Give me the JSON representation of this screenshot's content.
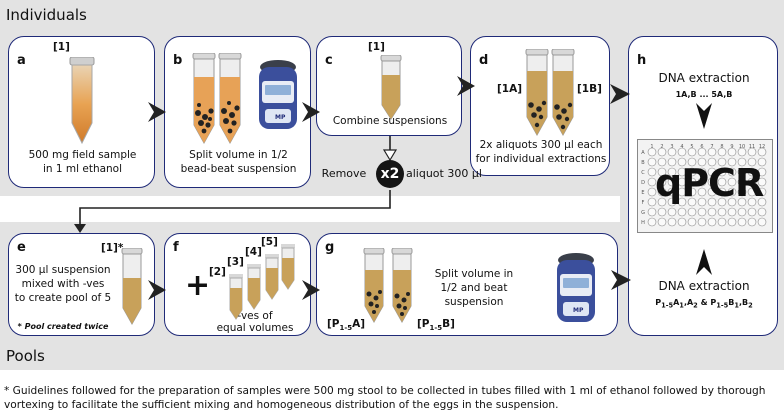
{
  "bands": {
    "top_label": "Individuals",
    "bottom_label": "Pools"
  },
  "panels": {
    "a": {
      "letter": "a",
      "tag": "[1]",
      "text_line1": "500 mg field sample",
      "text_line2": "in 1 ml ethanol"
    },
    "b": {
      "letter": "b",
      "text_line1": "Split volume in 1/2",
      "text_line2": "bead-beat suspension"
    },
    "c": {
      "letter": "c",
      "tag": "[1]",
      "text": "Combine suspensions"
    },
    "d": {
      "letter": "d",
      "tag_left": "[1A]",
      "tag_right": "[1B]",
      "text_line1": "2x aliquots 300 µl each",
      "text_line2": "for individual extractions"
    },
    "e": {
      "letter": "e",
      "tag": "[1]*",
      "text_line1": "300 µl suspension",
      "text_line2": "mixed with -ves",
      "text_line3": "to create pool of 5",
      "note": "* Pool created twice"
    },
    "f": {
      "letter": "f",
      "plus": "+",
      "tags": [
        "[2]",
        "[3]",
        "[4]",
        "[5]"
      ],
      "text_line1": "-ves of",
      "text_line2": "equal volumes"
    },
    "g": {
      "letter": "g",
      "tag_left_base": "[P",
      "tag_left_sub": "1-5",
      "tag_left_end": "A]",
      "tag_right_base": "[P",
      "tag_right_sub": "1-5",
      "tag_right_end": "B]",
      "text_line1": "Split volume in",
      "text_line2": "1/2 and beat",
      "text_line3": "suspension"
    },
    "h": {
      "letter": "h",
      "top_title": "DNA extraction",
      "top_sub": "1A,B ... 5A,B",
      "center": "qPCR",
      "bottom_title": "DNA extraction"
    }
  },
  "connector": {
    "prefix": "Remove",
    "badge": "x2",
    "suffix": "aliquot 300 µl"
  },
  "machine_badge": "MP",
  "plate": {
    "columns": [
      "1",
      "2",
      "3",
      "4",
      "5",
      "6",
      "7",
      "8",
      "9",
      "10",
      "11",
      "12"
    ],
    "rows": [
      "A",
      "B",
      "C",
      "D",
      "E",
      "F",
      "G",
      "H"
    ]
  },
  "footnote": "* Guidelines followed for the preparation of samples were 500 mg stool to be collected in tubes filled with 1 ml of ethanol followed by thorough vortexing to facilitate the sufficient mixing and homogeneous distribution of the eggs in the suspension.",
  "colors": {
    "panel_border": "#1f2a78",
    "band": "#e3e3e3",
    "liquid": "#c8a15a",
    "liquid_orange": "#e3a24a"
  }
}
